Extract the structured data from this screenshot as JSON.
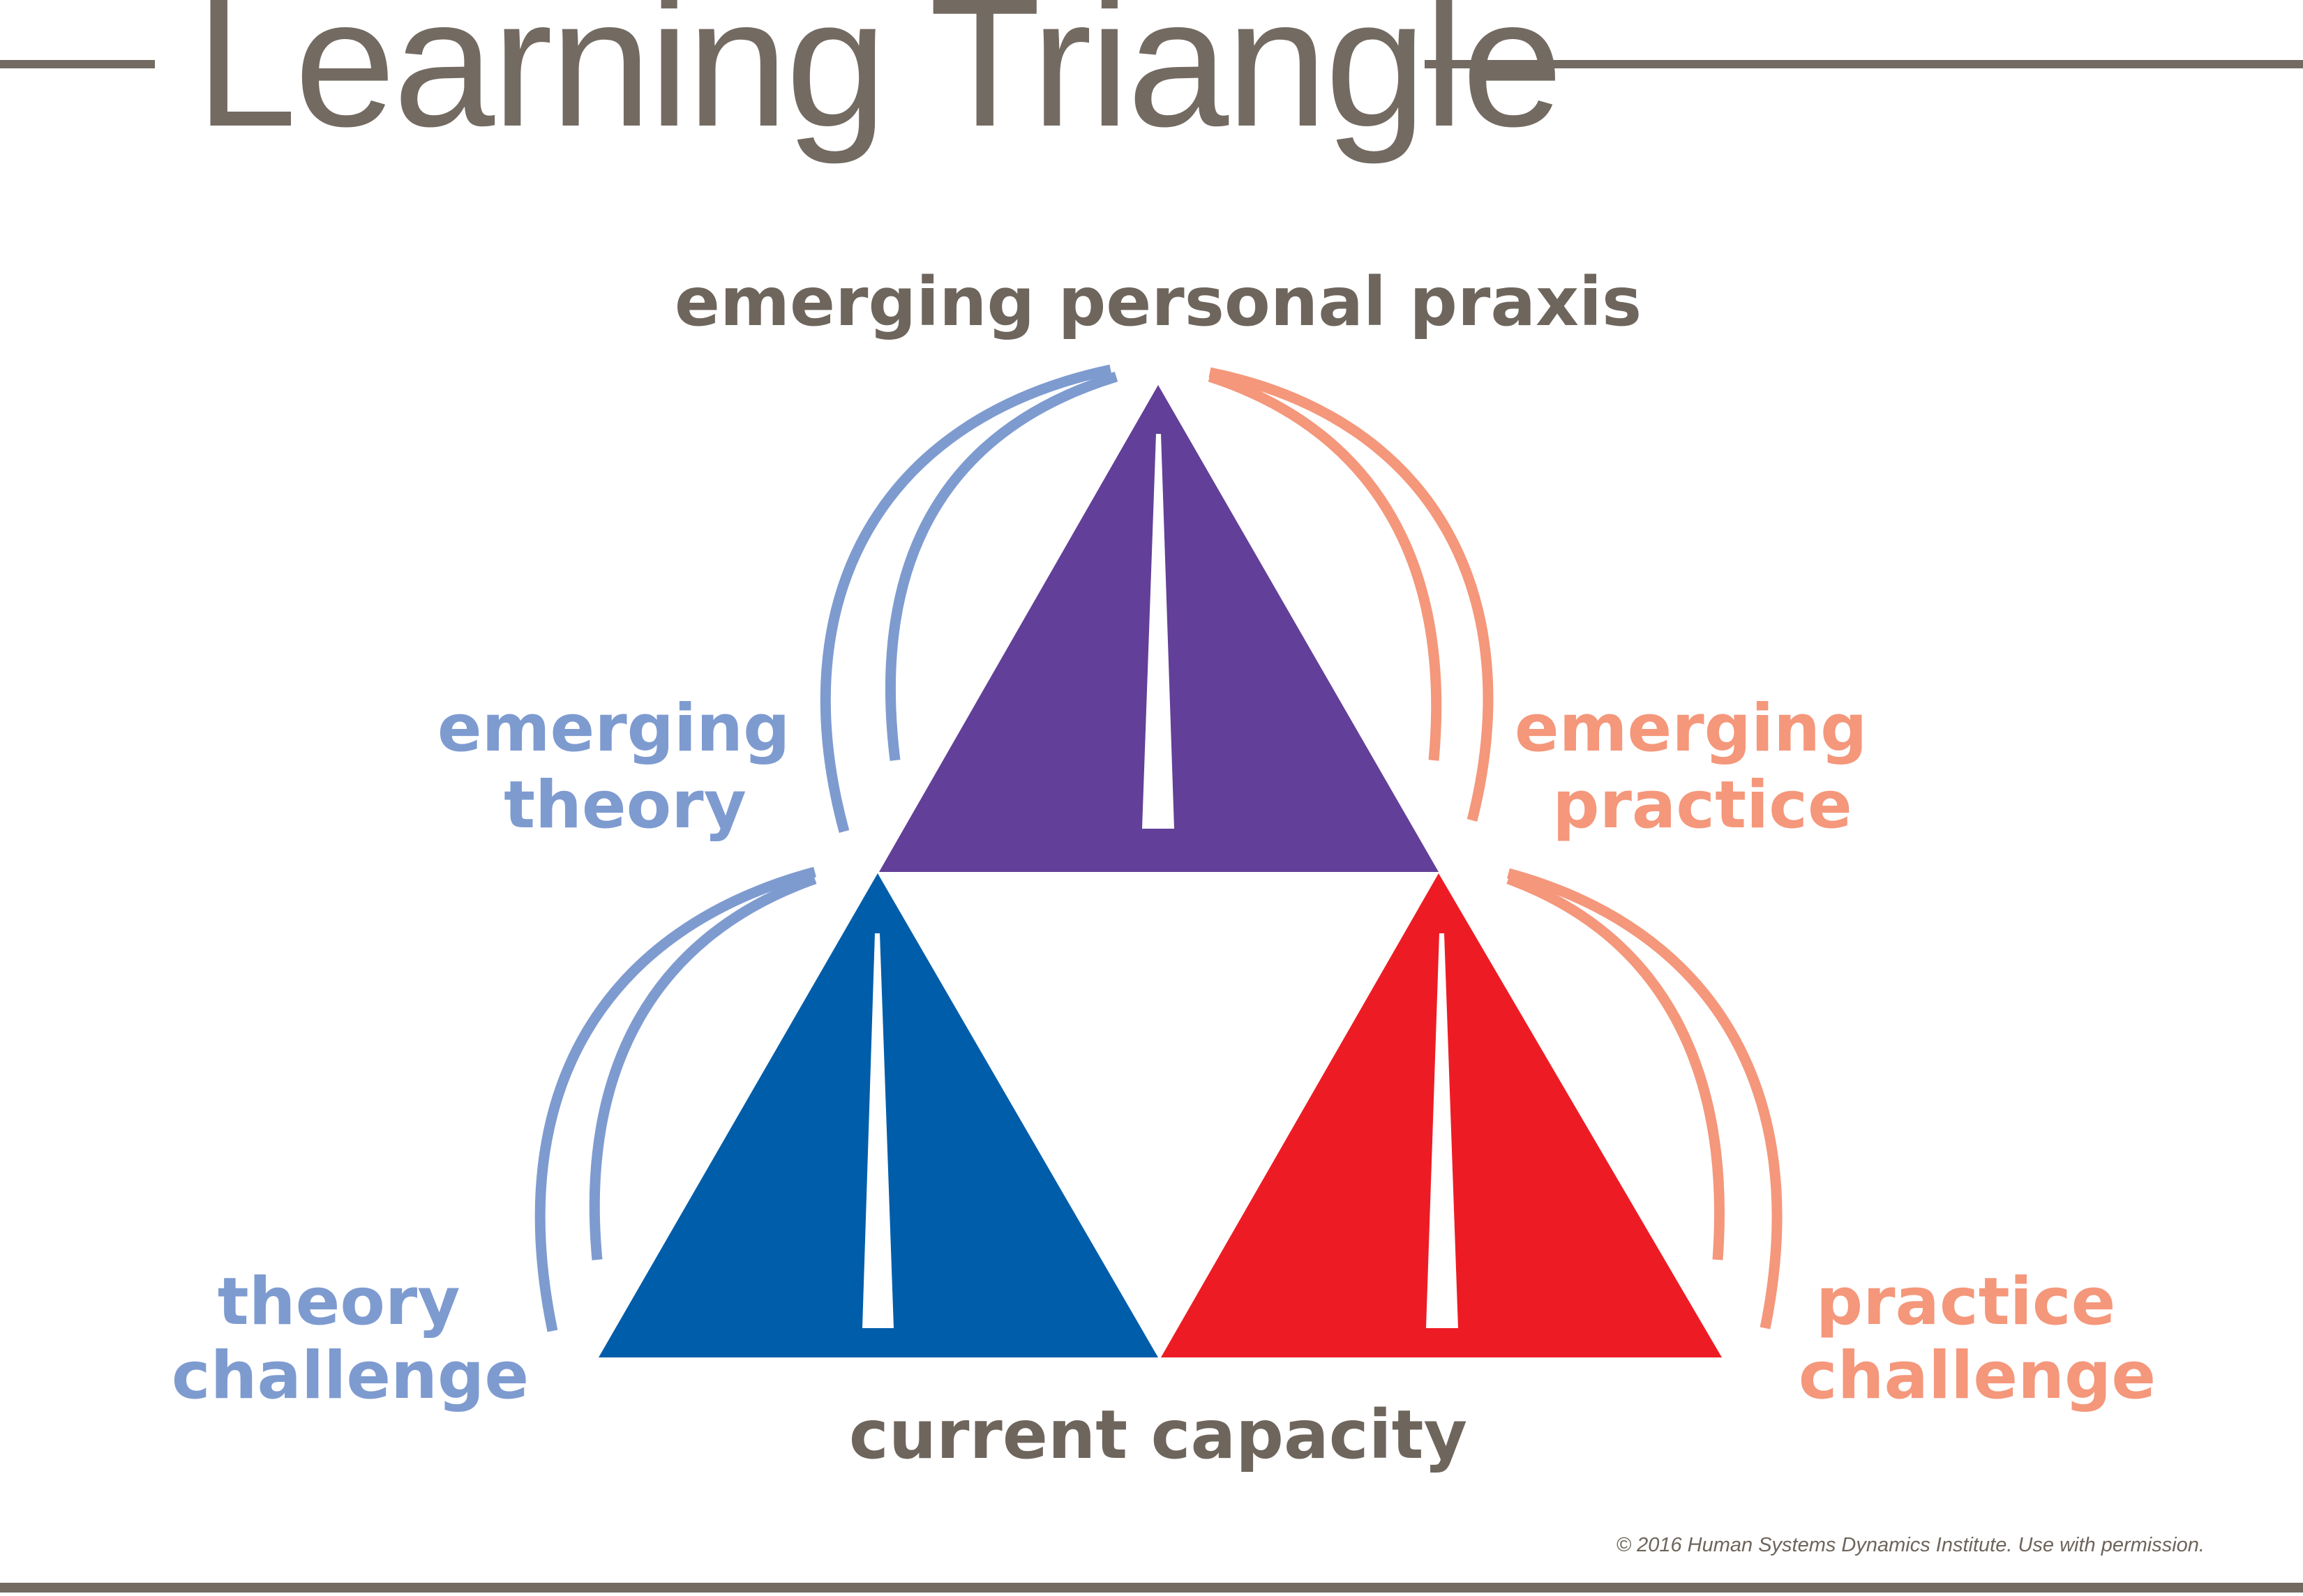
{
  "title": "Learning Triangle",
  "labels": {
    "top": "emerging personal praxis",
    "bottom": "current capacity",
    "emerging_theory": [
      "emerging",
      "theory"
    ],
    "emerging_practice": [
      "emerging",
      "practice"
    ],
    "theory_challenge": [
      "theory",
      "challenge"
    ],
    "practice_challenge": [
      "practice",
      "challenge"
    ]
  },
  "copyright": "© 2016 Human Systems Dynamics Institute. Use with permission.",
  "colors": {
    "title_gray": "#736a62",
    "label_gray": "#6e655c",
    "theory_blue": "#7e9bd0",
    "practice_salmon": "#f4977b",
    "praxis_purple": "#623f98",
    "theory_triangle_blue": "#005daa",
    "practice_triangle_red": "#ed1c24",
    "white": "#ffffff"
  }
}
